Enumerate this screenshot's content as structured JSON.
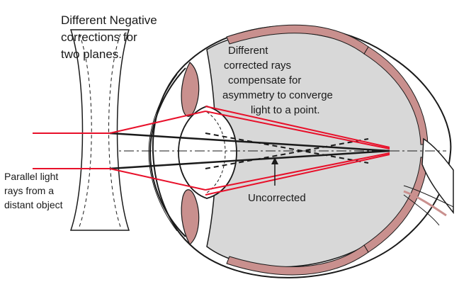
{
  "labels": {
    "top_note": [
      "Different  Negative",
      "corrections for",
      "two planes."
    ],
    "eye_note": [
      "Different",
      "corrected rays",
      "compensate for",
      "asymmetry to converge",
      "light to a point."
    ],
    "source_note": [
      "Parallel light",
      "rays from a",
      "distant object"
    ],
    "uncorrected": "Uncorrected"
  },
  "colors": {
    "ray": "#e8102a",
    "eye_fill": "#d8d8d8",
    "tissue": "#c9908e",
    "outline": "#1a1a1a"
  }
}
